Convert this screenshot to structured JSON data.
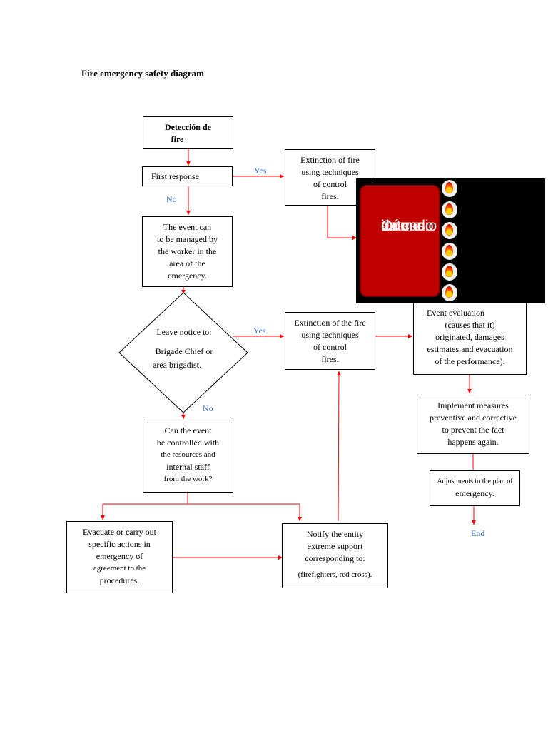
{
  "title": "Fire emergency safety diagram",
  "nodes": {
    "deteccion": [
      "Detección de",
      "fire"
    ],
    "first_response": "First response",
    "extinction1": [
      "Extinction of fire",
      "using techniques",
      "of control",
      "fires."
    ],
    "event_managed": [
      "The event can",
      "to be managed by",
      "the worker in the",
      "area of the",
      "emergency."
    ],
    "leave_notice": [
      "Leave notice to:",
      "Brigade Chief or",
      "area brigadist."
    ],
    "extinction2": [
      "Extinction of the fire",
      "using techniques",
      "of control",
      "fires."
    ],
    "event_eval": [
      "Event evaluation",
      "(causes that it)",
      "originated, damages",
      "estimates and evacuation",
      "of the performance)."
    ],
    "implement": [
      "Implement measures",
      "preventive and corrective",
      "to prevent the fact",
      "happens again."
    ],
    "adjustments": [
      "Adjustments to the plan of",
      "emergency."
    ],
    "can_event": [
      "Can the event",
      "be controlled with",
      "the resources and",
      "internal staff",
      "from the work?"
    ],
    "evacuate": [
      "Evacuate or carry out",
      "specific actions in",
      "emergency of",
      "agreement to the",
      "procedures."
    ],
    "notify": [
      "Notify the entity",
      "extreme support",
      "corresponding to:",
      "(firefighters, red cross)."
    ]
  },
  "labels": {
    "yes1": "Yes",
    "no1": "No",
    "yes2": "Yes",
    "no2": "No",
    "end": "End"
  },
  "banner": {
    "text": [
      "Cómo",
      "actuar",
      "en caso",
      "de",
      "incendio"
    ],
    "flame_icon": "fire-icon",
    "flame_count": 6
  },
  "colors": {
    "connector": "#ff0000",
    "label": "#3a6fc4",
    "banner_bg": "#000000",
    "banner_red": "#c00000"
  }
}
